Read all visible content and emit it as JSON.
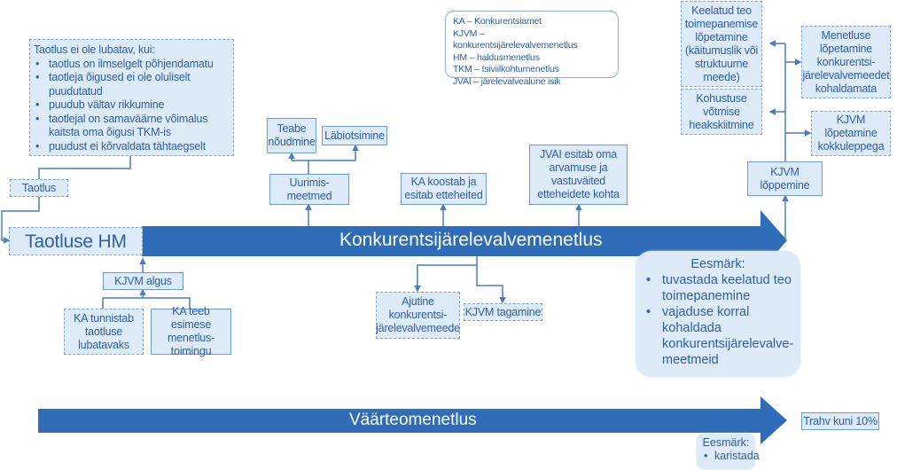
{
  "legend": {
    "lines": [
      "KA – Konkurentsiamet",
      "KJVM – konkurentsijärelevalvemenetlus",
      "HM – haldusmenetlus",
      "TKM – tsiviilkohtumenetlus",
      "JVAI – järelevalvealune isik"
    ]
  },
  "inadmissible": {
    "title": "Taotlus ei ole lubatav, kui:",
    "items": [
      "taotlus on ilmselgelt põhjendamatu",
      "taotleja õigused ei ole oluliselt puudutatud",
      "puudub vältav rikkumine",
      "taotlejal on samaväärne võimalus kaitsta oma õigusi TKM-is",
      "puudust ei kõrvaldata tähtaegselt"
    ]
  },
  "nodes": {
    "taotlus": "Taotlus",
    "taotluse_hm": "Taotluse HM",
    "kjvm_algus": "KJVM algus",
    "ka_tunnistab": [
      "KA tunnistab",
      "taotluse",
      "lubatavaks"
    ],
    "ka_teeb": [
      "KA teeb esimese",
      "menetlus-",
      "toimingu"
    ],
    "uurimismeetmed": [
      "Uurimis-",
      "meetmed"
    ],
    "teabe_noudmine": [
      "Teabe",
      "nõudmine"
    ],
    "labiotsimine": "Läbiotsimine",
    "ka_koostab": [
      "KA koostab ja",
      "esitab etteheited"
    ],
    "jvai_esitab": [
      "JVAI esitab oma",
      "arvamuse ja",
      "vastuväited",
      "etteheidete kohta"
    ],
    "ajutine": [
      "Ajutine",
      "konkurentsi-",
      "järelevalvemeede"
    ],
    "kjvm_tagamine": "KJVM tagamine",
    "kjvm_loppemine": [
      "KJVM",
      "lõppemine"
    ],
    "keelatud_teo": [
      "Keelatud teo",
      "toimepanemise",
      "lõpetamine",
      "(käitumuslik või",
      "struktuurne",
      "meede)"
    ],
    "kohustuse": [
      "Kohustuse",
      "võtmise",
      "heakskiitmine"
    ],
    "menetluse_lopetamine": [
      "Menetluse",
      "lõpetamine",
      "konkurentsi-",
      "järelevalvemeedet",
      "kohaldamata"
    ],
    "kjvm_lopetamine_kokk": [
      "KJVM",
      "lõpetamine",
      "kokkuleppega"
    ],
    "trahv": "Trahv kuni 10%"
  },
  "arrows": {
    "main": "Konkurentsijärelevalvemenetlus",
    "misdemeanour": "Väärteomenetlus"
  },
  "goal_main": {
    "title": "Eesmärk:",
    "items": [
      "tuvastada keelatud teo toimepanemine",
      "vajaduse korral kohaldada konkurentsijärelevalve-meetmeid"
    ]
  },
  "goal_misdemeanour": {
    "title": "Eesmärk:",
    "items": [
      "karistada"
    ]
  },
  "colors": {
    "arrow": "#2f6db8",
    "box_fill": "#ddeaf8",
    "text": "#2f5fa8",
    "line": "#4a7cc0"
  }
}
